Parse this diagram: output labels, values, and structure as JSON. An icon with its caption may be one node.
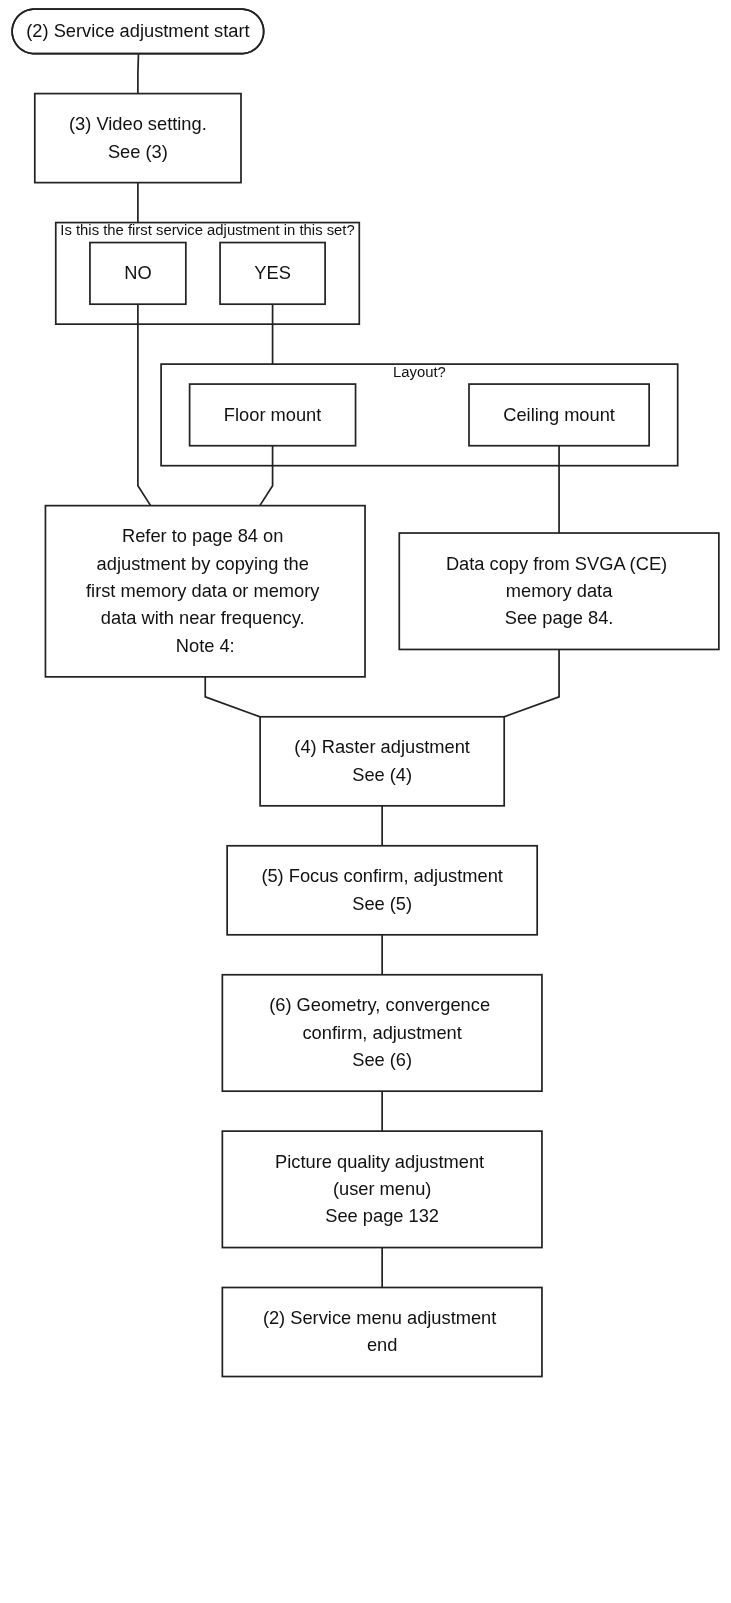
{
  "diagram": {
    "nodes": [
      {
        "text": [
          "(2) Service adjustment start"
        ]
      },
      {
        "text": [
          "(3) Video setting.",
          "See (3)"
        ]
      },
      {
        "text": [
          "Is this the first service adjustment in this set?"
        ]
      },
      {
        "text": [
          "NO"
        ],
        "in": 2
      },
      {
        "text": [
          "YES"
        ],
        "in": 2
      },
      {
        "text": [
          "Layout?"
        ]
      },
      {
        "text": [
          "Floor mount"
        ],
        "in": 5
      },
      {
        "text": [
          "Ceiling mount"
        ],
        "in": 5
      },
      {
        "text": [
          "Refer to page 84 on adjustment by copying the first memory data or memory data with near frequency. Note 4:"
        ]
      },
      {
        "text": [
          "Data copy from SVGA (CE) memory data",
          "See page 84."
        ]
      },
      {
        "text": [
          "(4) Raster adjustment",
          "See (4)"
        ]
      },
      {
        "text": [
          "(5) Focus confirm, adjustment",
          "See (5)"
        ]
      },
      {
        "text": [
          "(6) Geometry, convergence confirm, adjustment",
          "See (6)"
        ]
      },
      {
        "text": [
          "Picture quality adjustment (user menu)",
          "See page 132"
        ]
      },
      {
        "text": [
          "(2) Service menu adjustment end"
        ]
      }
    ],
    "edges": [
      {
        "from": 0,
        "to": 1,
        "arrow": "none"
      },
      {
        "from": 1,
        "to": 2,
        "arrow": "none"
      },
      {
        "from": 3,
        "to": 8,
        "arrow": "none"
      },
      {
        "from": 4,
        "to": 5,
        "arrow": "none"
      },
      {
        "from": 6,
        "to": 8,
        "arrow": "none"
      },
      {
        "from": 7,
        "to": 9,
        "arrow": "none"
      },
      {
        "from": 8,
        "to": 10,
        "arrow": "none"
      },
      {
        "from": 9,
        "to": 10,
        "arrow": "none"
      },
      {
        "from": 10,
        "to": 11,
        "arrow": "none"
      },
      {
        "from": 11,
        "to": 12,
        "arrow": "none"
      },
      {
        "from": 12,
        "to": 13,
        "arrow": "none"
      },
      {
        "from": 13,
        "to": 14,
        "arrow": "none"
      }
    ]
  }
}
